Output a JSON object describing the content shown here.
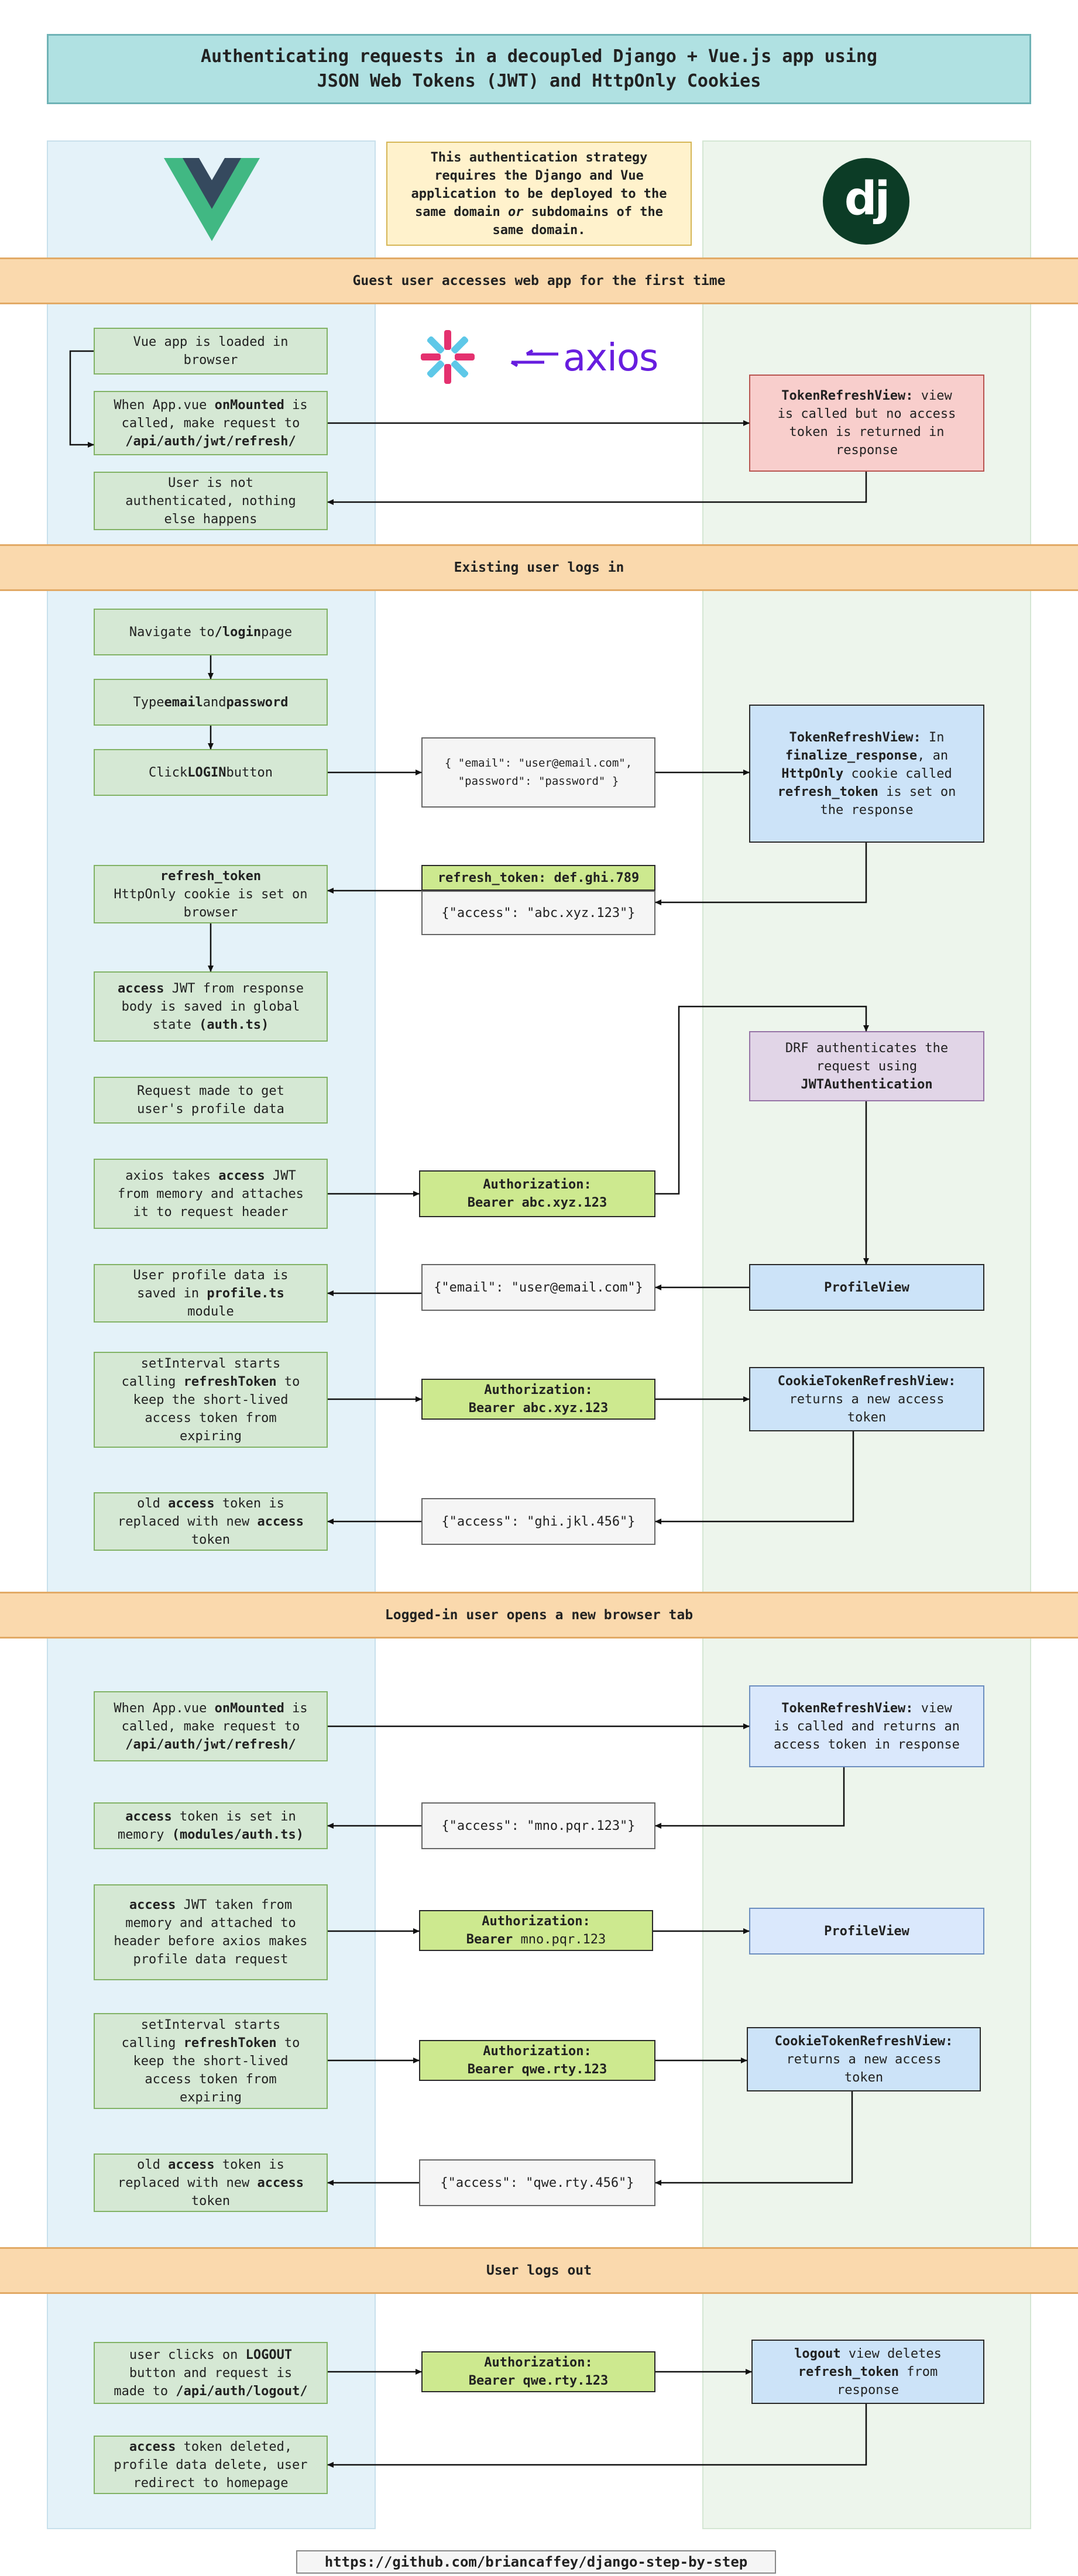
{
  "title": {
    "line1": "Authenticating requests in a decoupled Django + Vue.js app using",
    "line2": "JSON Web Tokens (JWT) and HttpOnly Cookies"
  },
  "note": {
    "line1": "This authentication strategy",
    "line2": "requires the Django and Vue",
    "line3": "application to be deployed to the",
    "line4a": "same domain ",
    "line4b": "or",
    "line4c": " subdomains of the",
    "line5": "same domain."
  },
  "logos": {
    "vue": "vue-logo",
    "django": "dj",
    "axios": "axios",
    "axios_color": "#671ddf"
  },
  "sections": {
    "s1": "Guest user accesses web app for the first time",
    "s2": "Existing user logs in",
    "s3": "Logged-in user opens a new browser tab",
    "s4": "User logs out"
  },
  "s1": {
    "loaded": {
      "l1": "Vue app is loaded in",
      "l2": "browser"
    },
    "mounted": {
      "l1a": "When App.vue ",
      "l1b": "onMounted",
      "l1c": " is",
      "l2": "called, make request to",
      "l3": "/api/auth/jwt/refresh/"
    },
    "not_auth": {
      "l1": "User is not",
      "l2": "authenticated, nothing",
      "l3": "else happens"
    },
    "refresh_view": {
      "l1a": "TokenRefreshView:",
      "l1b": " view",
      "l2": "is called but no access",
      "l3": "token is returned in",
      "l4": "response"
    }
  },
  "s2": {
    "navigate": {
      "a": "Navigate to ",
      "b": "/login",
      "c": " page"
    },
    "type": {
      "a": "Type ",
      "b": "email",
      "c": " and ",
      "d": "password"
    },
    "click": {
      "a": "Click ",
      "b": "LOGIN",
      "c": " button"
    },
    "credentials": {
      "l1": "{ \"email\": \"user@email.com\",",
      "l2": "\"password\": \"password\" }"
    },
    "refresh_view": {
      "l1": "TokenRefreshView:",
      "l1b": " In",
      "l2": "finalize_response",
      "l2b": ", an",
      "l3": "HttpOnly",
      "l3b": " cookie called",
      "l4": "refresh_token",
      "l4b": " is set on",
      "l5": "the response"
    },
    "refresh_token_label": "refresh_token: def.ghi.789",
    "access_response": "{\"access\": \"abc.xyz.123\"}",
    "cookie_set": {
      "l1": "refresh_token",
      "l2": "HttpOnly cookie is set on",
      "l3": "browser"
    },
    "saved_state": {
      "l1a": "access",
      "l1b": " JWT from response",
      "l2": "body is saved in global",
      "l3a": "state  ",
      "l3b": "(auth.ts)"
    },
    "request_profile": {
      "l1": "Request made to get",
      "l2": "user's profile data"
    },
    "axios_takes": {
      "l1a": "axios takes ",
      "l1b": "access",
      "l1c": " JWT",
      "l2": "from memory and attaches",
      "l3": "it to request header"
    },
    "auth_header": {
      "l1": "Authorization:",
      "l2": "Bearer abc.xyz.123"
    },
    "drf": {
      "l1": "DRF authenticates the",
      "l2": "request using",
      "l3": "JWTAuthentication"
    },
    "profile_saved": {
      "l1": "User profile data is",
      "l2a": "saved in ",
      "l2b": "profile.ts",
      "l3": "module"
    },
    "email_response": "{\"email\": \"user@email.com\"}",
    "profile_view": "ProfileView",
    "set_interval": {
      "l1": "setInterval starts",
      "l2a": "calling ",
      "l2b": "refreshToken",
      "l2c": " to",
      "l3": "keep the short-lived",
      "l4": "access token from",
      "l5": "expiring"
    },
    "auth_header2": {
      "l1": "Authorization:",
      "l2": "Bearer abc.xyz.123"
    },
    "cookie_refresh": {
      "l1": "CookieTokenRefreshView:",
      "l2": "returns a new access",
      "l3": "token"
    },
    "old_replaced": {
      "l1a": "old ",
      "l1b": "access",
      "l1c": " token is",
      "l2a": "replaced with new ",
      "l2b": "access",
      "l3": "token"
    },
    "new_access": "{\"access\": \"ghi.jkl.456\"}"
  },
  "s3": {
    "mounted": {
      "l1a": "When App.vue ",
      "l1b": "onMounted",
      "l1c": " is",
      "l2": "called, make request to",
      "l3": "/api/auth/jwt/refresh/"
    },
    "refresh_view": {
      "l1a": "TokenRefreshView:",
      "l1b": " view",
      "l2": "is called and returns an",
      "l3": "access token in response"
    },
    "token_set": {
      "l1a": "access",
      "l1b": " token is set in",
      "l2a": "memory ",
      "l2b": "(modules/auth.ts)"
    },
    "access_response": "{\"access\": \"mno.pqr.123\"}",
    "jwt_taken": {
      "l1a": "access",
      "l1b": " JWT taken from",
      "l2": "memory and attached to",
      "l3": "header before axios makes",
      "l4": "profile data request"
    },
    "auth_header": {
      "l1": "Authorization:",
      "l2a": "Bearer ",
      "l2b": "mno.pqr.123"
    },
    "profile_view": "ProfileView",
    "set_interval": {
      "l1": "setInterval starts",
      "l2a": "calling ",
      "l2b": "refreshToken",
      "l2c": " to",
      "l3": "keep the short-lived",
      "l4": "access token from",
      "l5": "expiring"
    },
    "auth_header2": {
      "l1": "Authorization:",
      "l2": "Bearer qwe.rty.123"
    },
    "cookie_refresh": {
      "l1": "CookieTokenRefreshView:",
      "l2": "returns a new access",
      "l3": "token"
    },
    "old_replaced": {
      "l1a": "old ",
      "l1b": "access",
      "l1c": " token is",
      "l2a": "replaced with new ",
      "l2b": "access",
      "l3": "token"
    },
    "new_access": "{\"access\": \"qwe.rty.456\"}"
  },
  "s4": {
    "logout_click": {
      "l1a": "user clicks on ",
      "l1b": "LOGOUT",
      "l2": "button and request is",
      "l3a": "made to ",
      "l3b": "/api/auth/logout/"
    },
    "auth_header": {
      "l1": "Authorization:",
      "l2": "Bearer qwe.rty.123"
    },
    "logout_view": {
      "l1a": "logout",
      "l1b": " view deletes",
      "l2": "refresh_token",
      "l2b": " from",
      "l3": "response"
    },
    "deleted": {
      "l1a": "access",
      "l1b": " token deleted,",
      "l2": "profile data delete, user",
      "l3": "redirect to homepage"
    }
  },
  "footer": "https://github.com/briancaffey/django-step-by-step"
}
